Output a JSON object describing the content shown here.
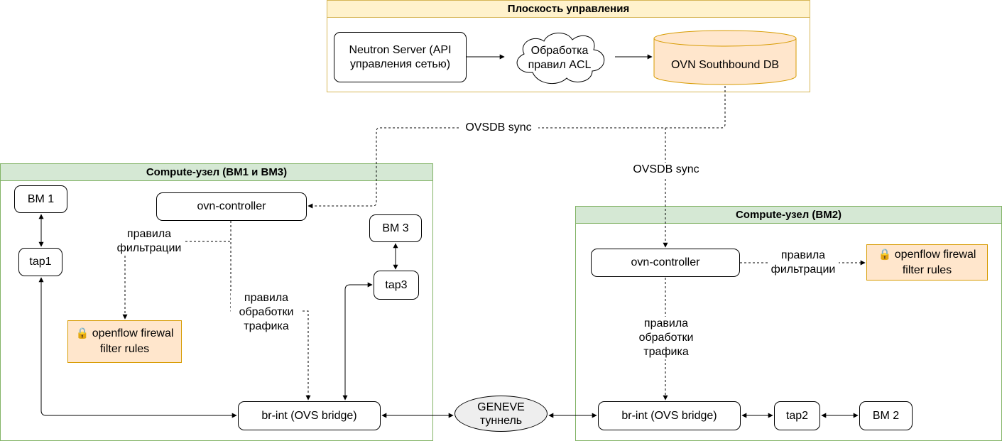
{
  "control_plane": {
    "title": "Плоскость управления",
    "neutron": "Neutron Server (API управления сетью)",
    "acl": "Обработка правил ACL",
    "southbound": "OVN Southbound DB"
  },
  "sync_labels": {
    "left": "OVSDB sync",
    "right": "OVSDB sync"
  },
  "compute_left": {
    "title": "Compute-узел (ВМ1 и ВМ3)",
    "vm1": "ВМ 1",
    "tap1": "tap1",
    "controller": "ovn-controller",
    "filter_rules_label": "правила фильтрации",
    "processing_rules_label": "правила обработки трафика",
    "firewall_icon": "lock-icon",
    "firewall_text": "openflow firewal filter rules",
    "vm3": "ВМ 3",
    "tap3": "tap3",
    "bridge": "br-int (OVS bridge)"
  },
  "tunnel": "GENEVE туннель",
  "compute_right": {
    "title": "Compute-узел (ВМ2)",
    "controller": "ovn-controller",
    "filter_rules_label": "правила фильтрации",
    "firewall_icon": "lock-icon",
    "firewall_text": "openflow firewal filter rules",
    "processing_rules_label": "правила обработки трафика",
    "bridge": "br-int (OVS bridge)",
    "tap2": "tap2",
    "vm2": "ВМ 2"
  },
  "colors": {
    "control_fill": "#fff2cc",
    "control_border": "#d6b656",
    "compute_fill": "#d5e8d4",
    "compute_border": "#82b366",
    "rule_fill": "#ffe6cc",
    "rule_border": "#d79b00",
    "tunnel_fill": "#eeeeee"
  }
}
